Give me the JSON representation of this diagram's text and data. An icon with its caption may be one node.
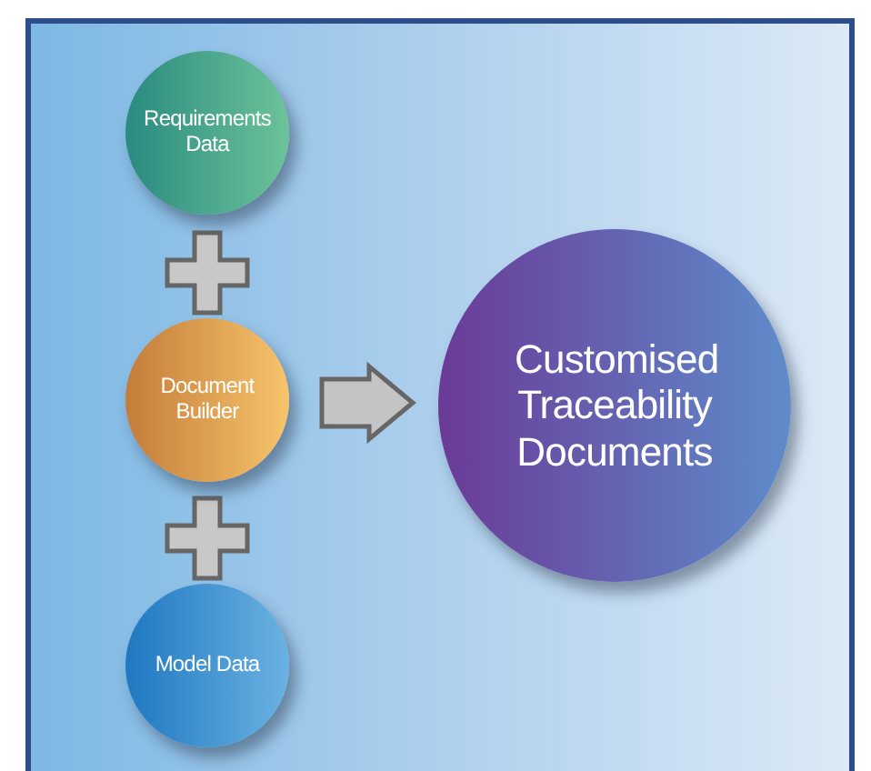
{
  "diagram": {
    "nodes": [
      {
        "text": [
          "Requirements Data"
        ]
      },
      {
        "text": [
          "Document Builder"
        ]
      },
      {
        "text": [
          "Model Data"
        ]
      },
      {
        "text": [
          "Customised Traceability Documents"
        ]
      }
    ],
    "edges": [
      {
        "from": 1,
        "to": 3,
        "arrow": "to"
      }
    ]
  }
}
